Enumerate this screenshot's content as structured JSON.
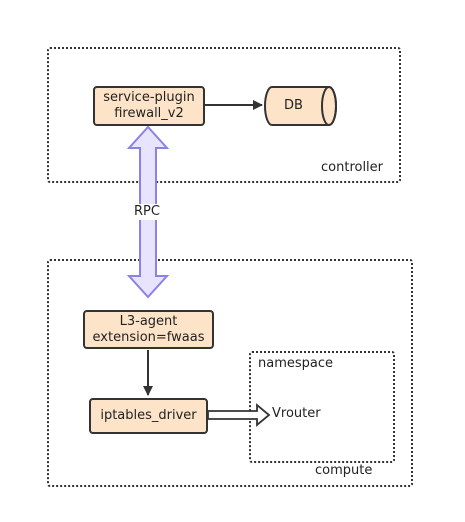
{
  "colors": {
    "box_fill": "#fde3c8",
    "rpc_arrow_fill": "#e8e4ff",
    "rpc_arrow_stroke": "#8a82e6",
    "line": "#333333"
  },
  "controller": {
    "label": "controller",
    "service_plugin": {
      "line1": "service-plugin",
      "line2": "firewall_v2"
    },
    "db": {
      "label": "DB"
    }
  },
  "rpc": {
    "label": "RPC"
  },
  "compute": {
    "label": "compute",
    "l3_agent": {
      "line1": "L3-agent",
      "line2": "extension=fwaas"
    },
    "iptables_driver": {
      "label": "iptables_driver"
    },
    "namespace": {
      "label": "namespace",
      "vrouter": {
        "label": "Vrouter"
      }
    }
  }
}
